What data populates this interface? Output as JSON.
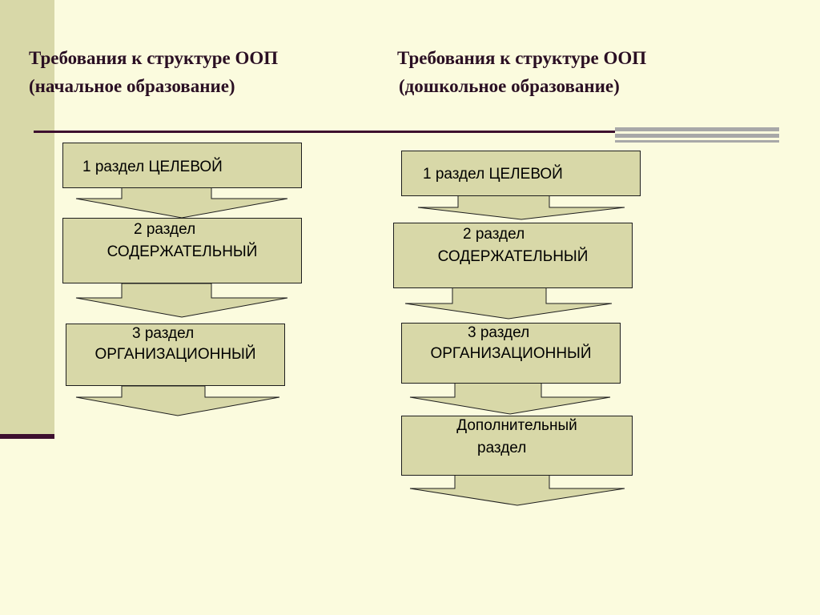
{
  "titles": {
    "left_line1": "Требования к структуре ООП",
    "left_line2": "(начальное образование)",
    "right_line1": "Требования к структуре ООП",
    "right_line2": "(дошкольное образование)"
  },
  "left_boxes": {
    "b1": "1 раздел  ЦЕЛЕВОЙ",
    "b2_l1": "2 раздел",
    "b2_l2": "СОДЕРЖАТЕЛЬНЫЙ",
    "b3_l1": "3 раздел",
    "b3_l2": "ОРГАНИЗАЦИОННЫЙ"
  },
  "right_boxes": {
    "b1": "1 раздел  ЦЕЛЕВОЙ",
    "b2_l1": "2 раздел",
    "b2_l2": "СОДЕРЖАТЕЛЬНЫЙ",
    "b3_l1": "3 раздел",
    "b3_l2": "ОРГАНИЗАЦИОННЫЙ",
    "b4_l1": "Дополнительный",
    "b4_l2": "раздел"
  },
  "colors": {
    "background": "#FBFBDE",
    "box_fill": "#D8D8A8",
    "accent": "#3D0F2E"
  }
}
